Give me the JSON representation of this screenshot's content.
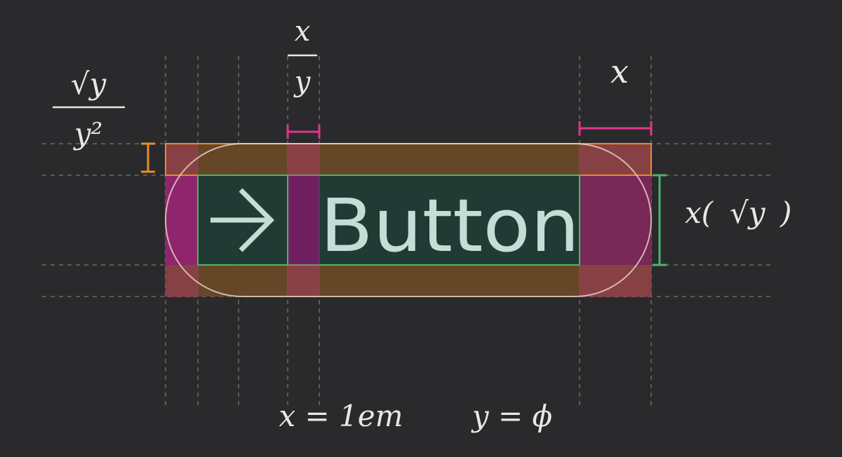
{
  "diagram": {
    "button_label": "Button",
    "icon": "arrow-right-icon",
    "annotations": {
      "corner_numerator": "√y",
      "corner_denominator": "y²",
      "gap_numerator": "x",
      "gap_denominator": "y",
      "side_padding": "x",
      "content_height_prefix": "x(",
      "content_height_root": "√y",
      "content_height_suffix": ")",
      "definition_x": "x = 1em",
      "definition_y": "y = ϕ"
    },
    "colors": {
      "background": "#2a2a2c",
      "outer_fill": "#6a4a27",
      "content_fill": "#213a33",
      "padding_fill": "#702060",
      "pink": "#e0358f",
      "orange": "#e98a2c",
      "green": "#4fb36b",
      "pill_outline": "#ead7c6",
      "guide": "#6a6a6a",
      "text": "#e8e8e8",
      "button_text": "#c5ddd6"
    }
  }
}
